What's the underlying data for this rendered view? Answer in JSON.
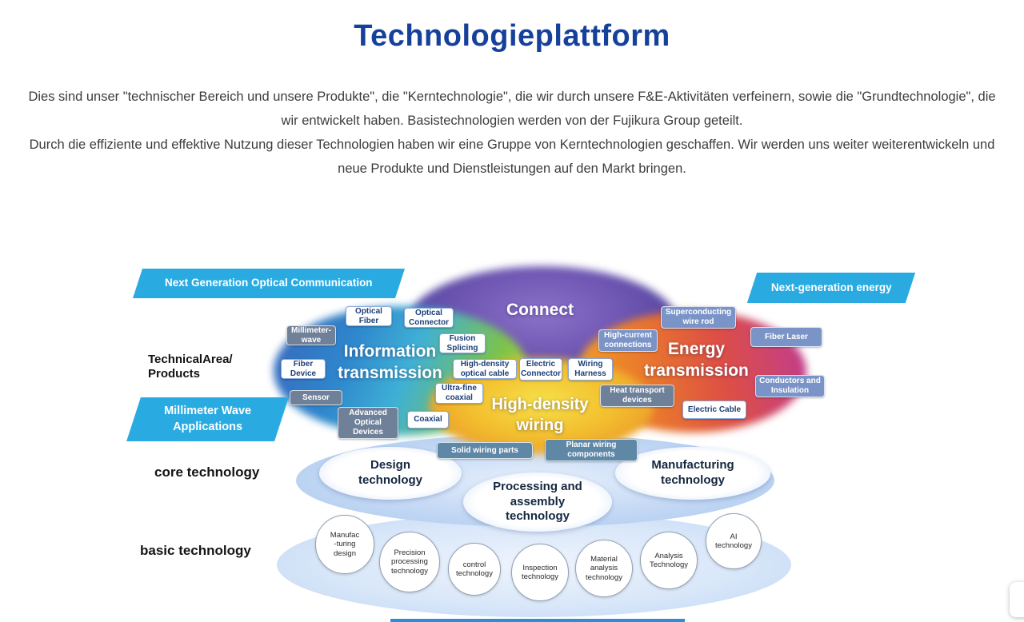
{
  "page": {
    "title": "Technologieplattform",
    "intro_1": "Dies sind unser \"technischer Bereich und unsere Produkte\", die \"Kerntechnologie\", die wir durch unsere F&E-Aktivitäten verfeinern, sowie die \"Grundtechnologie\", die wir entwickelt haben. Basistechnologien werden von der Fujikura Group geteilt.",
    "intro_2": "Durch die effiziente und effektive Nutzung dieser Technologien haben wir eine Gruppe von Kerntechnologien geschaffen. Wir werden uns weiter weiterentwickeln und neue Produkte und Dienstleistungen auf den Markt bringen."
  },
  "ribbons": {
    "optical": "Next Generation Optical Communication",
    "energy": "Next-generation energy",
    "mmwave": "Millimeter Wave\nApplications"
  },
  "row_labels": {
    "technical": "TechnicalArea/\nProducts",
    "core": "core technology",
    "basic": "basic technology"
  },
  "blobs": {
    "connect": "Connect",
    "information": "Information\ntransmission",
    "energy": "Energy\ntransmission",
    "wiring": "High-density\nwiring"
  },
  "chips": [
    {
      "label": "Optical\nFiber"
    },
    {
      "label": "Optical\nConnector"
    },
    {
      "label": "Millimeter-\nwave"
    },
    {
      "label": "Fusion\nSplicing"
    },
    {
      "label": "Fiber\nDevice"
    },
    {
      "label": "High-density\noptical cable"
    },
    {
      "label": "Electric\nConnector"
    },
    {
      "label": "Wiring\nHarness"
    },
    {
      "label": "Sensor"
    },
    {
      "label": "Ultra-fine\ncoaxial"
    },
    {
      "label": "Advanced\nOptical\nDevices"
    },
    {
      "label": "Coaxial"
    },
    {
      "label": "Superconducting\nwire rod"
    },
    {
      "label": "High-current\nconnections"
    },
    {
      "label": "Fiber Laser"
    },
    {
      "label": "Conductors and\nInsulation"
    },
    {
      "label": "Heat transport\ndevices"
    },
    {
      "label": "Electric Cable"
    },
    {
      "label": "Solid wiring parts"
    },
    {
      "label": "Planar wiring\ncomponents"
    }
  ],
  "core": {
    "design": "Design\ntechnology",
    "processing": "Processing and\nassembly\ntechnology",
    "manufacturing": "Manufacturing\ntechnology"
  },
  "basic_circles": [
    {
      "label": "Manufac\n-turing\ndesign"
    },
    {
      "label": "Precision\nprocessing\ntechnology"
    },
    {
      "label": "control\ntechnology"
    },
    {
      "label": "Inspection\ntechnology"
    },
    {
      "label": "Material\nanalysis\ntechnology"
    },
    {
      "label": "Analysis\nTechnology"
    },
    {
      "label": "AI\ntechnology"
    }
  ],
  "colors": {
    "title_blue": "#16419b",
    "ribbon_blue": "#29abe2",
    "chip_outline_border": "#8aa8d8",
    "chip_slate": "#6f8099",
    "chip_blue": "#7b94c8",
    "chip_teal": "#5f87a6",
    "core_band": "#a9c7ee",
    "basic_band": "#bfd6f3"
  }
}
